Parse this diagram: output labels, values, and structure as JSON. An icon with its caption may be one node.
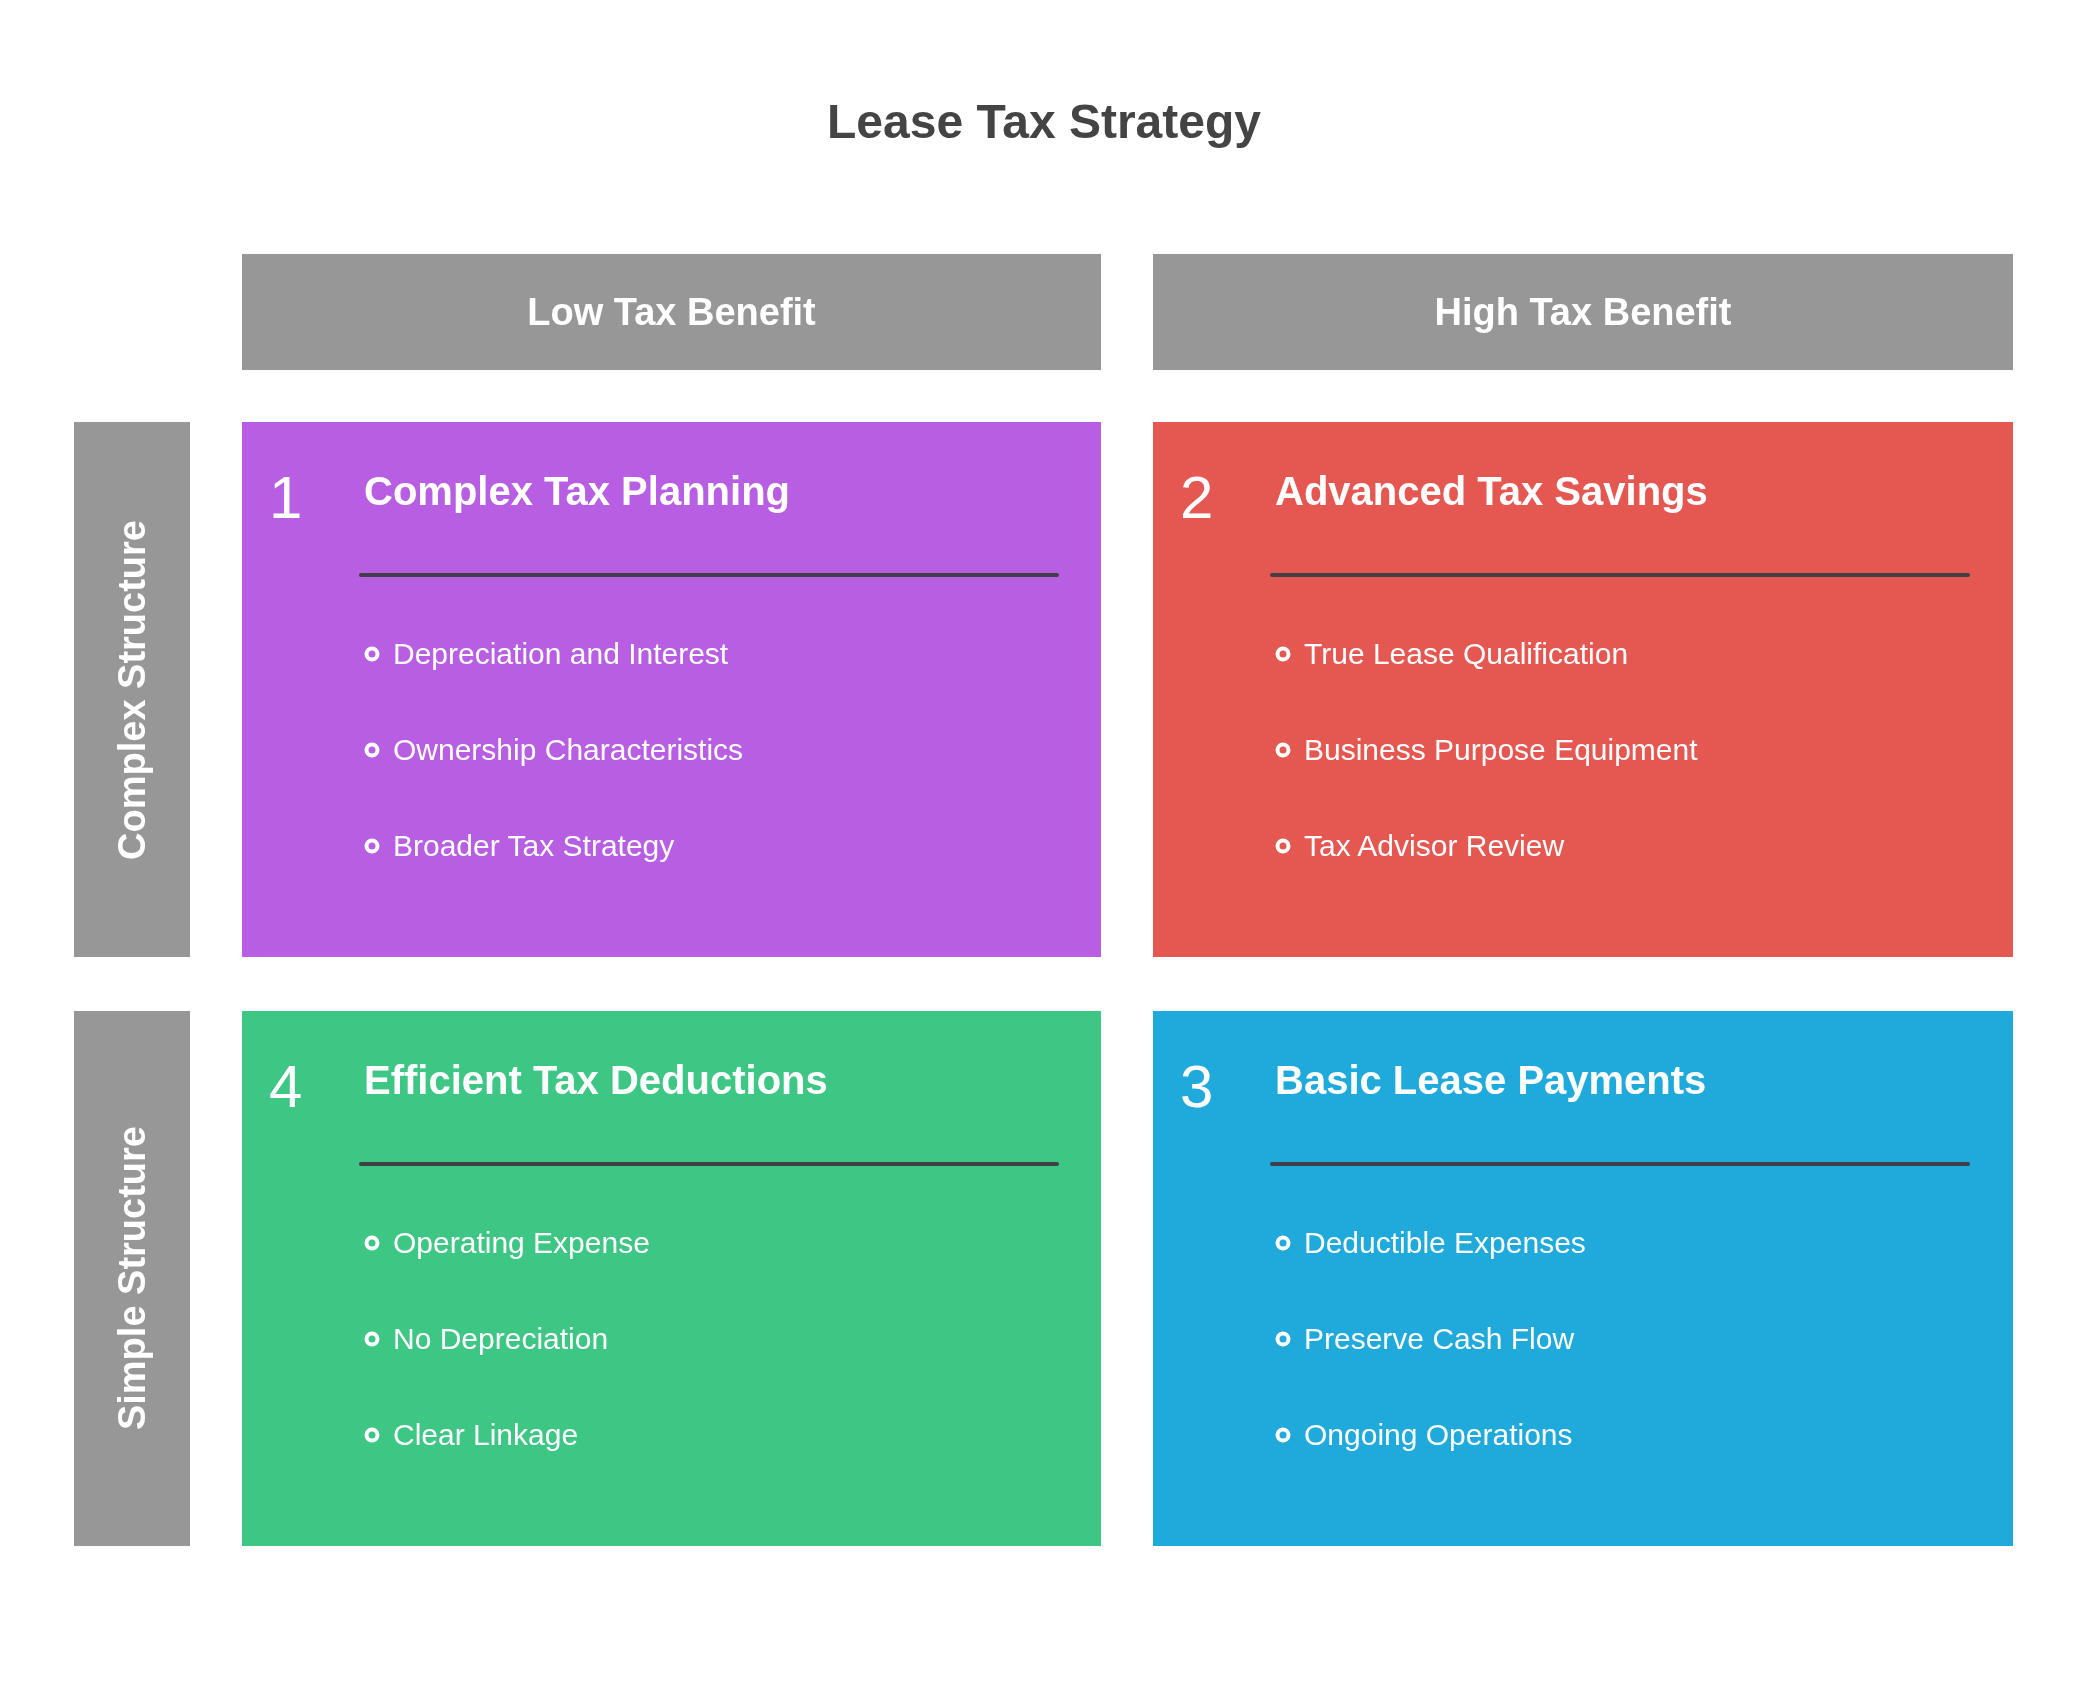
{
  "diagram": {
    "title": "Lease Tax Strategy",
    "nodes": [
      {
        "text": [
          "Low Tax Benefit"
        ]
      },
      {
        "text": [
          "High Tax Benefit"
        ]
      },
      {
        "text": [
          "Complex Structure"
        ]
      },
      {
        "text": [
          "1",
          "Complex Tax Planning",
          "Depreciation and Interest",
          "Ownership Characteristics",
          "Broader Tax Strategy"
        ]
      },
      {
        "text": [
          "2",
          "Advanced Tax Savings",
          "True Lease Qualification",
          "Business Purpose Equipment",
          "Tax Advisor Review"
        ]
      },
      {
        "text": [
          "Simple Structure"
        ]
      },
      {
        "text": [
          "4",
          "Efficient Tax Deductions",
          "Operating Expense",
          "No Depreciation",
          "Clear Linkage"
        ]
      },
      {
        "text": [
          "3",
          "Basic Lease Payments",
          "Deductible Expenses",
          "Preserve Cash Flow",
          "Ongoing Operations"
        ]
      }
    ]
  }
}
